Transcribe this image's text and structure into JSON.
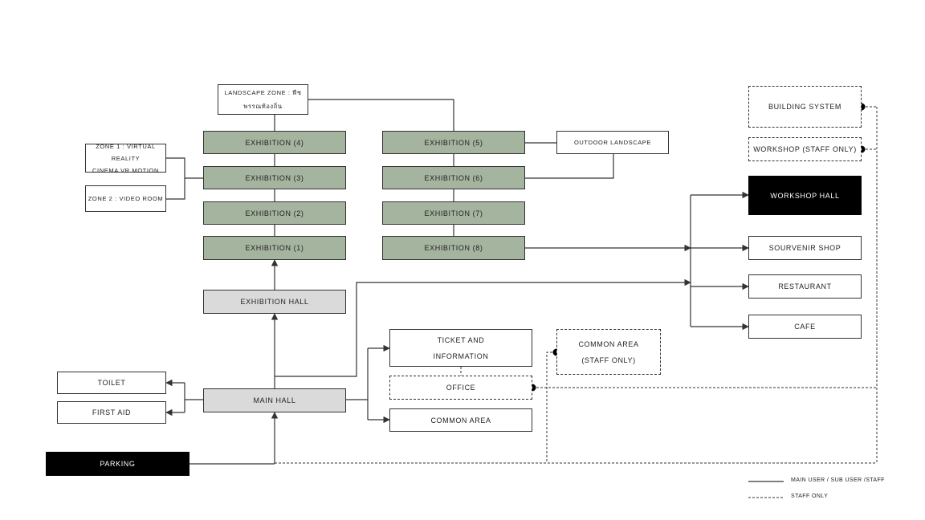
{
  "nodes": {
    "landscape_zone": "LANDSCAPE  ZONE : พืชพรรณท้องถิ่น",
    "exhibition_4": "EXHIBITION (4)",
    "exhibition_3": "EXHIBITION (3)",
    "exhibition_2": "EXHIBITION (2)",
    "exhibition_1": "EXHIBITION (1)",
    "exhibition_5": "EXHIBITION (5)",
    "exhibition_6": "EXHIBITION (6)",
    "exhibition_7": "EXHIBITION (7)",
    "exhibition_8": "EXHIBITION (8)",
    "outdoor_landscape": "OUTDOOR  LANDSCAPE",
    "zone1_line1": "ZONE 1 : VIRTUAL REALITY",
    "zone1_line2": "CINEMA VR MOTION",
    "zone2": "ZONE 2 : VIDEO  ROOM",
    "exhibition_hall": "EXHIBITION HALL",
    "main_hall": "MAIN HALL",
    "toilet": "TOILET",
    "first_aid": "FIRST  AID",
    "parking": "PARKING",
    "ticket_line1": "TICKET AND",
    "ticket_line2": "INFORMATION",
    "office": "OFFICE",
    "common_area": "COMMON AREA",
    "common_staff_line1": "COMMON AREA",
    "common_staff_line2": "(STAFF ONLY)",
    "building_system": "BUILDING SYSTEM",
    "workshop_staff": "WORKSHOP (STAFF ONLY)",
    "workshop_hall": "WORKSHOP HALL",
    "souvenir_shop": "SOURVENIR SHOP",
    "restaurant": "RESTAURANT",
    "cafe": "CAFE"
  },
  "legend": {
    "main": "MAIN USER / SUB USER /STAFF",
    "staff": "STAFF ONLY"
  },
  "colors": {
    "exhibition_fill": "#a5b49f",
    "hall_fill": "#dadada",
    "dark_fill": "#000000",
    "line": "#333333"
  }
}
